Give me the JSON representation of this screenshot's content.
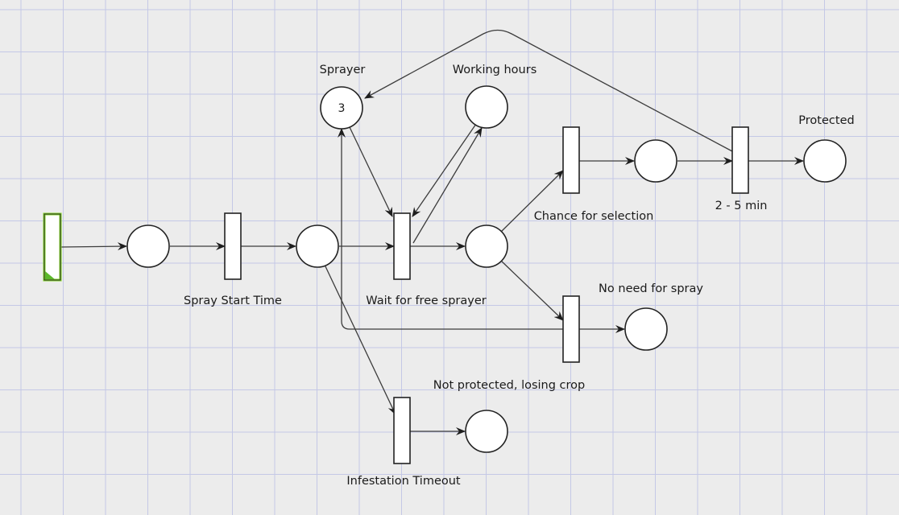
{
  "colors": {
    "background": "#ececec",
    "grid": "#c4c8e6",
    "stroke": "#222222",
    "selected_border": "#7ed321",
    "selected_corner": "#5cb82a"
  },
  "labels": {
    "sprayer": "Sprayer",
    "working_hours": "Working hours",
    "protected": "Protected",
    "chance_for_selection": "Chance for selection",
    "two_five_min": "2 - 5 min",
    "spray_start_time": "Spray Start Time",
    "wait_for_free_sprayer": "Wait for free sprayer",
    "no_need_for_spray": "No need for spray",
    "not_protected_losing_crop": "Not protected, losing crop",
    "infestation_timeout": "Infestation Timeout"
  },
  "tokens": {
    "sprayer": "3"
  }
}
